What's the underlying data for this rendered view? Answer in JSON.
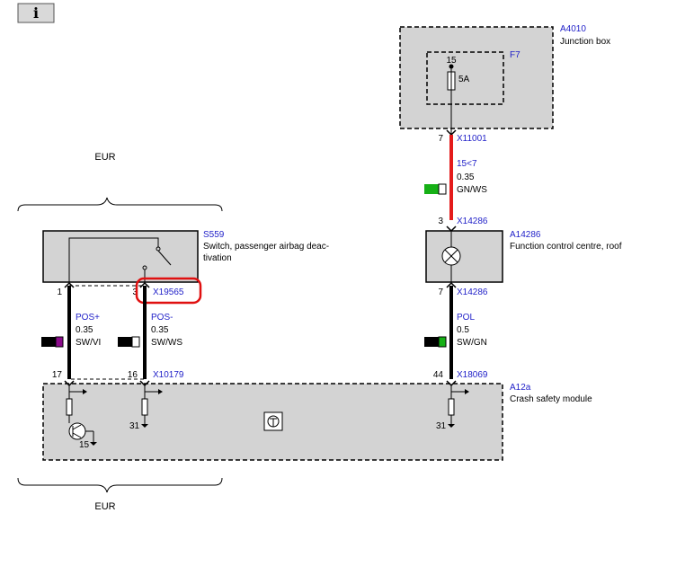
{
  "info_icon": "i",
  "region_top": "EUR",
  "region_bottom": "EUR",
  "junction_box": {
    "code": "A4010",
    "name": "Junction box",
    "fuse_code": "F7",
    "fuse_pin": "15",
    "fuse_rating": "5A"
  },
  "x11001": {
    "pin": "7",
    "code": "X11001"
  },
  "wire_red": {
    "signal": "15<7",
    "size": "0.35",
    "color": "GN/WS"
  },
  "x14286_top": {
    "pin": "3",
    "code": "X14286"
  },
  "a14286": {
    "code": "A14286",
    "name": "Function control centre, roof"
  },
  "x14286_bottom": {
    "pin": "7",
    "code": "X14286"
  },
  "wire_pol": {
    "signal": "POL",
    "size": "0.5",
    "color": "SW/GN"
  },
  "x18069": {
    "pin": "44",
    "code": "X18069"
  },
  "s559": {
    "code": "S559",
    "name_line1": "Switch, passenger airbag deac-",
    "name_line2": "tivation"
  },
  "s559_pin1": "1",
  "s559_pin3": "3",
  "x19565": "X19565",
  "wire_pos_plus": {
    "signal": "POS+",
    "size": "0.35",
    "color": "SW/VI"
  },
  "wire_pos_minus": {
    "signal": "POS-",
    "size": "0.35",
    "color": "SW/WS"
  },
  "a12a_pin17": "17",
  "a12a_pin16": "16",
  "x10179": "X10179",
  "a12a": {
    "code": "A12a",
    "name": "Crash safety module"
  },
  "ground_labels": {
    "g1": "15",
    "g2": "31",
    "g3": "31"
  },
  "colors": {
    "wire_red": "#e41b1b",
    "wire_black": "#000000",
    "module_fill": "#d3d3d3",
    "link_blue": "#1f1fc8",
    "highlight": "#e01010",
    "green": "#16b016",
    "violet": "#8b0a8b"
  }
}
